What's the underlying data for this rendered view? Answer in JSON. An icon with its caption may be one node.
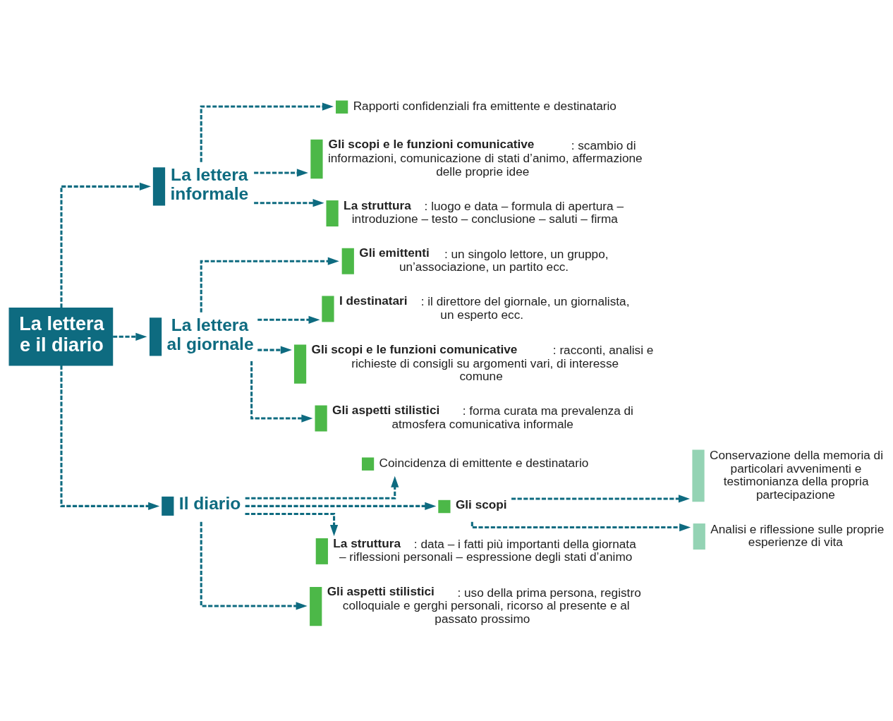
{
  "diagram": {
    "nodes": [
      {
        "text": [
          "La lettera e il diario"
        ]
      },
      {
        "text": [
          "La lettera informale"
        ]
      },
      {
        "text": [
          "Rapporti confidenziali fra emittente e destinatario"
        ]
      },
      {
        "text": [
          "**Gli scopi e le funzioni comunicative**: scambio di informazioni, comunicazione di stati d’animo, affermazione delle proprie idee"
        ]
      },
      {
        "text": [
          "**La struttura**: luogo e data – formula di apertura – introduzione – testo – conclusione – saluti – firma"
        ]
      },
      {
        "text": [
          "La lettera al giornale"
        ]
      },
      {
        "text": [
          "**Gli emittenti**: un singolo lettore, un gruppo, un’associazione, un partito ecc."
        ]
      },
      {
        "text": [
          "**I destinatari**: il direttore del giornale, un giornalista, un esperto ecc."
        ]
      },
      {
        "text": [
          "**Gli scopi e le funzioni comunicative**: racconti, analisi e richieste di consigli su argomenti vari, di interesse comune"
        ]
      },
      {
        "text": [
          "**Gli aspetti stilistici**: forma curata ma prevalenza di atmosfera comunicativa informale"
        ]
      },
      {
        "text": [
          "Il diario"
        ]
      },
      {
        "text": [
          "Coincidenza di emittente e destinatario"
        ]
      },
      {
        "text": [
          "Gli scopi"
        ]
      },
      {
        "text": [
          "Conservazione della memoria di particolari avvenimenti e testimonianza della propria partecipazione"
        ]
      },
      {
        "text": [
          "Analisi e riflessione sulle proprie esperienze di vita"
        ]
      },
      {
        "text": [
          "**La struttura**: data – i fatti più importanti della giornata – riflessioni personali – espressione degli stati d’animo"
        ]
      },
      {
        "text": [
          "**Gli aspetti stilistici**: uso della prima persona, registro colloquiale e gerghi personali, ricorso al presente e al passato prossimo"
        ]
      }
    ],
    "edges": [
      {
        "from": 0,
        "to": 1,
        "arrow": "to",
        "style": "dashed"
      },
      {
        "from": 0,
        "to": 5,
        "arrow": "to",
        "style": "dashed"
      },
      {
        "from": 0,
        "to": 10,
        "arrow": "to",
        "style": "dashed"
      },
      {
        "from": 1,
        "to": 2,
        "arrow": "to",
        "style": "dashed"
      },
      {
        "from": 1,
        "to": 3,
        "arrow": "to",
        "style": "dashed"
      },
      {
        "from": 1,
        "to": 4,
        "arrow": "to",
        "style": "dashed"
      },
      {
        "from": 5,
        "to": 6,
        "arrow": "to",
        "style": "dashed"
      },
      {
        "from": 5,
        "to": 7,
        "arrow": "to",
        "style": "dashed"
      },
      {
        "from": 5,
        "to": 8,
        "arrow": "to",
        "style": "dashed"
      },
      {
        "from": 5,
        "to": 9,
        "arrow": "to",
        "style": "dashed"
      },
      {
        "from": 10,
        "to": 11,
        "arrow": "to",
        "style": "dashed"
      },
      {
        "from": 10,
        "to": 12,
        "arrow": "to",
        "style": "dashed"
      },
      {
        "from": 10,
        "to": 15,
        "arrow": "to",
        "style": "dashed"
      },
      {
        "from": 10,
        "to": 16,
        "arrow": "to",
        "style": "dashed"
      },
      {
        "from": 12,
        "to": 13,
        "arrow": "to",
        "style": "dashed"
      },
      {
        "from": 12,
        "to": 14,
        "arrow": "to",
        "style": "dashed"
      }
    ]
  }
}
